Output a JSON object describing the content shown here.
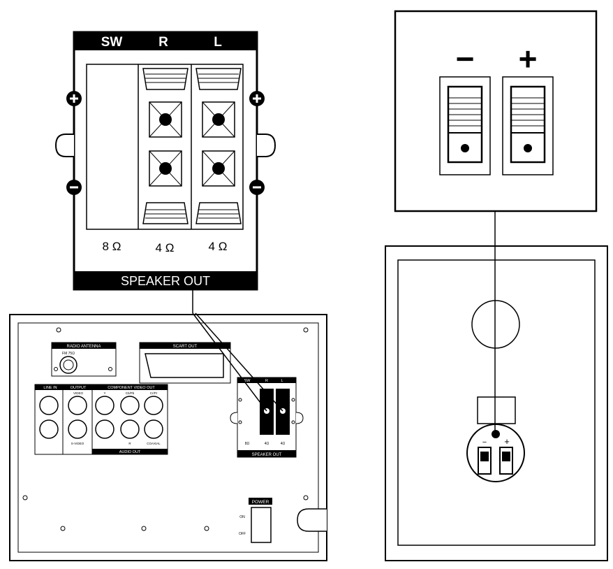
{
  "speaker_panel": {
    "channels": [
      "SW",
      "R",
      "L"
    ],
    "impedances": [
      "8 Ω",
      "4 Ω",
      "4 Ω"
    ],
    "footer": "SPEAKER OUT"
  },
  "polarity": {
    "minus": "−",
    "plus": "+"
  },
  "rear_panel": {
    "radio_antenna": "RADIO ANTENNA",
    "fm_label": "FM 75Ω",
    "scart_out": "SCART OUT",
    "line_in": "LINE IN",
    "output": "OUTPUT",
    "component_video_out": "COMPONENT VIDEO OUT",
    "comp_y": "Y",
    "comp_cb": "Cb/Pb",
    "comp_cr": "Cr/Pr",
    "video_label": "VIDEO",
    "svideo_label": "S-VIDEO",
    "audio_out": "AUDIO OUT",
    "audio_r": "R",
    "coaxial": "COAXIAL",
    "mini_channels": [
      "SW",
      "R",
      "L"
    ],
    "mini_impedances": [
      "8Ω",
      "4Ω",
      "4Ω"
    ],
    "mini_footer": "SPEAKER OUT",
    "power": "POWER",
    "on": "ON",
    "off": "OFF"
  },
  "speaker_terminal": {
    "minus": "−",
    "plus": "+"
  }
}
